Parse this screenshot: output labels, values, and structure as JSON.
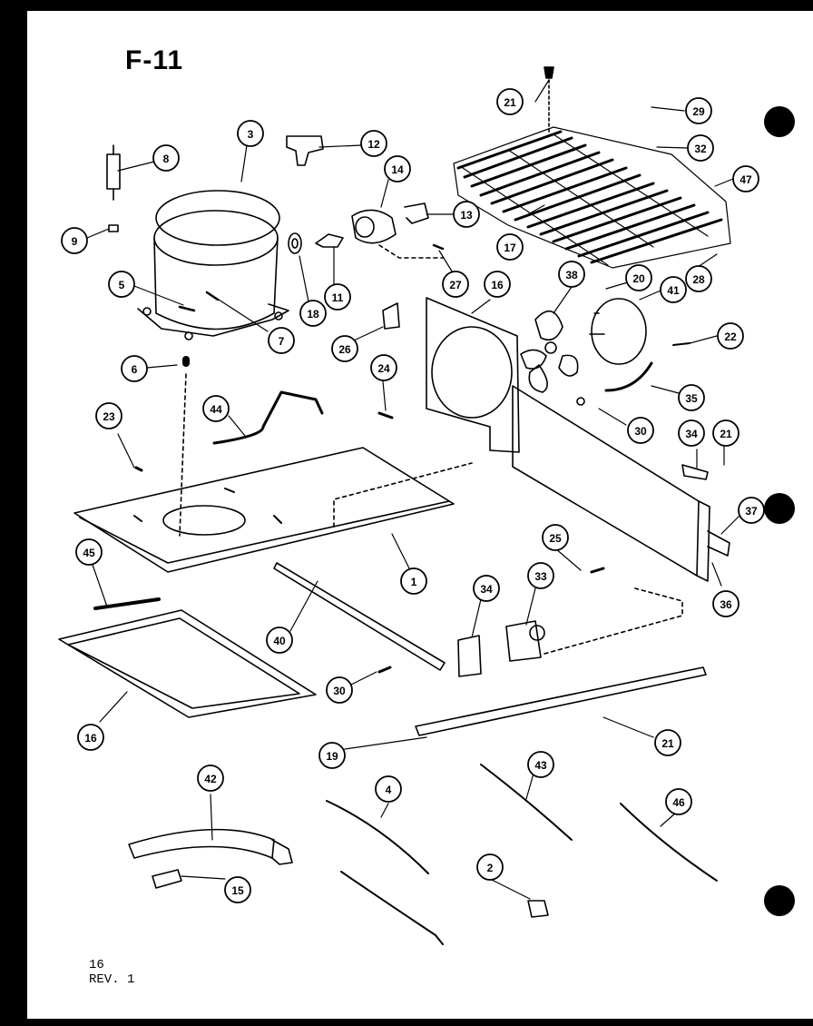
{
  "page": {
    "figure_id": "F-11",
    "page_number": "16",
    "revision": "REV. 1"
  },
  "callouts": [
    "21",
    "29",
    "32",
    "47",
    "17",
    "28",
    "20",
    "41",
    "22",
    "35",
    "30",
    "34",
    "21",
    "37",
    "36",
    "3",
    "12",
    "14",
    "13",
    "8",
    "9",
    "5",
    "7",
    "18",
    "11",
    "27",
    "16",
    "38",
    "26",
    "24",
    "6",
    "44",
    "23",
    "1",
    "45",
    "40",
    "25",
    "34",
    "33",
    "30",
    "16",
    "19",
    "21",
    "42",
    "4",
    "43",
    "46",
    "2",
    "15"
  ]
}
